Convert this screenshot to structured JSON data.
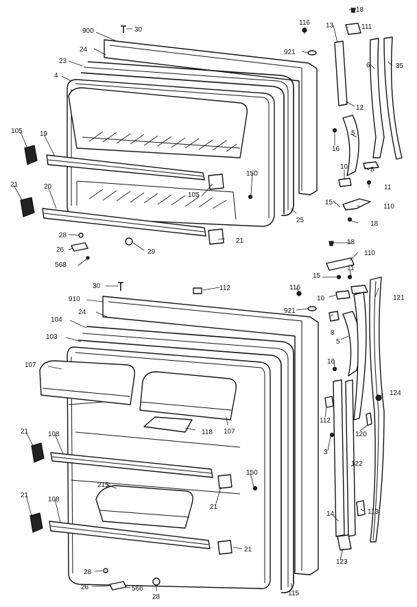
{
  "labels": {
    "18a": "18",
    "111": "111",
    "116a": "116",
    "900": "900",
    "30a": "30",
    "13": "13",
    "921a": "921",
    "24a": "24",
    "23": "23",
    "6": "6",
    "35": "35",
    "4": "4",
    "12": "12",
    "105a": "105",
    "19": "19",
    "5a": "5",
    "16a": "16",
    "150a": "150",
    "10a": "10",
    "8a": "8",
    "11a": "11",
    "105b": "105",
    "21a": "21",
    "20": "20",
    "15a": "15",
    "110a": "110",
    "25": "25",
    "18b": "18",
    "28a": "28",
    "21b": "21",
    "26a": "26",
    "29": "29",
    "568": "568",
    "18c": "18",
    "110b": "110",
    "15b": "15",
    "11b": "11",
    "30b": "30",
    "112a": "112",
    "116b": "116",
    "121": "121",
    "910": "910",
    "10b": "10",
    "921b": "921",
    "24b": "24",
    "8b": "8",
    "104": "104",
    "103": "103",
    "5b": "5",
    "16b": "16",
    "107a": "107",
    "124": "124",
    "112b": "112",
    "107b": "107",
    "118": "118",
    "120": "120",
    "21c": "21",
    "108a": "108",
    "3": "3",
    "122": "122",
    "150b": "150",
    "215": "215",
    "21d": "21",
    "21e": "21",
    "108b": "108",
    "14": "14",
    "113": "113",
    "21f": "21",
    "123": "123",
    "28b": "28",
    "26b": "26",
    "566": "566",
    "28c": "28",
    "115": "115"
  }
}
